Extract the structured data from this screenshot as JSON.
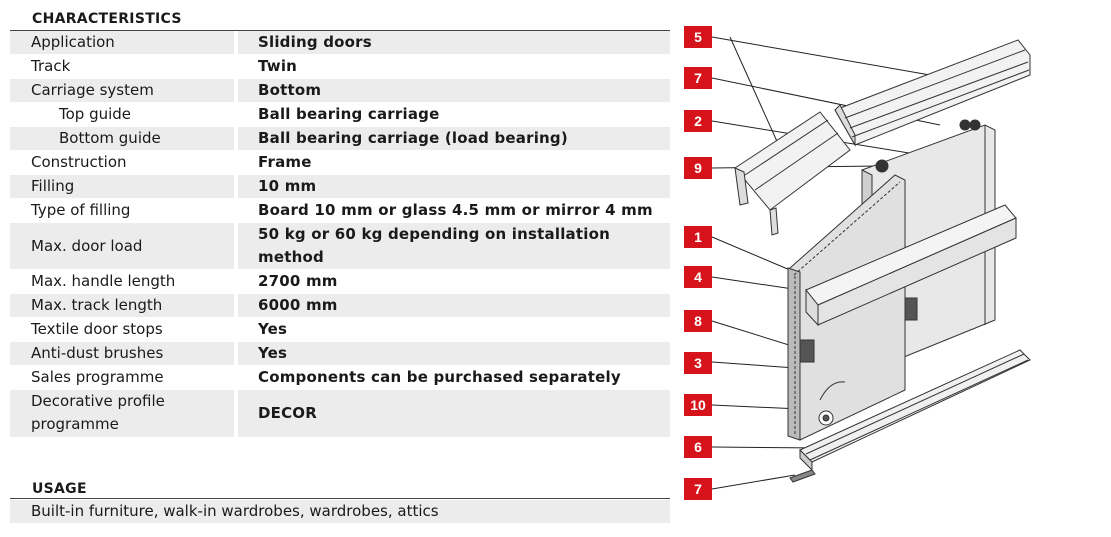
{
  "characteristics": {
    "title": "CHARACTERISTICS",
    "rows": [
      {
        "label": "Application",
        "value": "Sliding doors",
        "sub": false
      },
      {
        "label": "Track",
        "value": "Twin",
        "sub": false
      },
      {
        "label": "Carriage system",
        "value": "Bottom",
        "sub": false
      },
      {
        "label": "Top guide",
        "value": "Ball bearing carriage",
        "sub": true
      },
      {
        "label": "Bottom guide",
        "value": "Ball bearing carriage (load bearing)",
        "sub": true
      },
      {
        "label": "Construction",
        "value": "Frame",
        "sub": false
      },
      {
        "label": "Filling",
        "value": "10 mm",
        "sub": false
      },
      {
        "label": "Type of filling",
        "value": "Board 10 mm or glass 4.5 mm or mirror 4 mm",
        "sub": false
      },
      {
        "label": "Max. door load",
        "value": "50 kg or 60 kg depending on installation method",
        "sub": false
      },
      {
        "label": "Max. handle length",
        "value": "2700 mm",
        "sub": false
      },
      {
        "label": "Max. track length",
        "value": "6000 mm",
        "sub": false
      },
      {
        "label": "Textile door stops",
        "value": "Yes",
        "sub": false
      },
      {
        "label": "Anti-dust brushes",
        "value": "Yes",
        "sub": false
      },
      {
        "label": "Sales programme",
        "value": "Components can be purchased separately",
        "sub": false
      },
      {
        "label": "Decorative profile programme",
        "value": "DECOR",
        "sub": false
      }
    ]
  },
  "usage": {
    "title": "USAGE",
    "text": "Built-in furniture, walk-in wardrobes, wardrobes, attics"
  },
  "diagram": {
    "badge_color": "#d6131b",
    "badges": [
      "5",
      "7",
      "2",
      "9",
      "1",
      "4",
      "8",
      "3",
      "10",
      "6",
      "7"
    ]
  }
}
